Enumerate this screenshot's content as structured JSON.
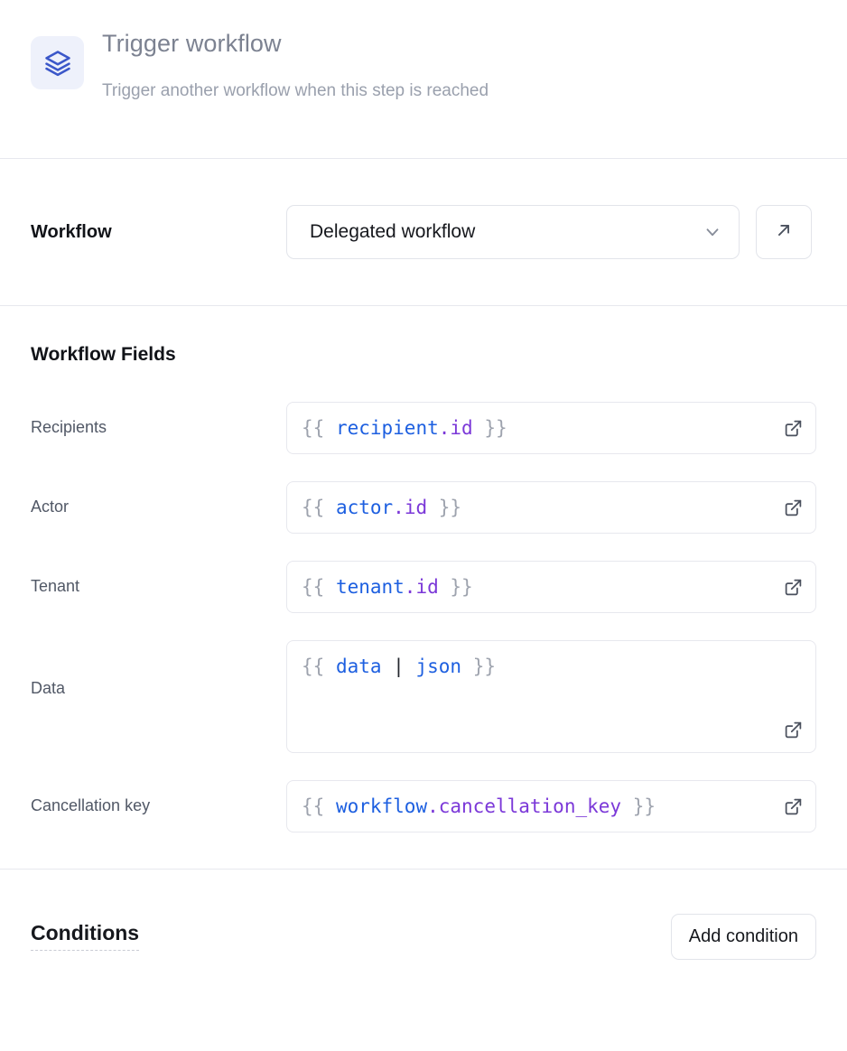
{
  "header": {
    "icon": "layers-stack-icon",
    "title": "Trigger workflow",
    "subtitle": "Trigger another workflow when this step is reached",
    "icon_color": "#3b57c9",
    "icon_bg": "#eef1fb"
  },
  "workflow_section": {
    "label": "Workflow",
    "select_value": "Delegated workflow",
    "select_icon": "chevron-down-icon",
    "open_button_icon": "arrow-up-right-icon"
  },
  "fields_section": {
    "title": "Workflow Fields",
    "expand_icon": "external-link-icon",
    "fields": [
      {
        "label": "Recipients",
        "value": "{{ recipient.id }}",
        "tokens": [
          {
            "t": "{{ ",
            "c": "brace"
          },
          {
            "t": "recipient",
            "c": "obj"
          },
          {
            "t": ".",
            "c": "prop"
          },
          {
            "t": "id",
            "c": "prop"
          },
          {
            "t": " }}",
            "c": "brace"
          }
        ],
        "multiline": false
      },
      {
        "label": "Actor",
        "value": "{{ actor.id }}",
        "tokens": [
          {
            "t": "{{ ",
            "c": "brace"
          },
          {
            "t": "actor",
            "c": "obj"
          },
          {
            "t": ".",
            "c": "prop"
          },
          {
            "t": "id",
            "c": "prop"
          },
          {
            "t": " }}",
            "c": "brace"
          }
        ],
        "multiline": false
      },
      {
        "label": "Tenant",
        "value": "{{ tenant.id }}",
        "tokens": [
          {
            "t": "{{ ",
            "c": "brace"
          },
          {
            "t": "tenant",
            "c": "obj"
          },
          {
            "t": ".",
            "c": "prop"
          },
          {
            "t": "id",
            "c": "prop"
          },
          {
            "t": " }}",
            "c": "brace"
          }
        ],
        "multiline": false
      },
      {
        "label": "Data",
        "value": "{{ data | json }}",
        "tokens": [
          {
            "t": "{{ ",
            "c": "brace"
          },
          {
            "t": "data",
            "c": "obj"
          },
          {
            "t": " ",
            "c": "brace"
          },
          {
            "t": "|",
            "c": "pipe"
          },
          {
            "t": " ",
            "c": "brace"
          },
          {
            "t": "json",
            "c": "obj"
          },
          {
            "t": " }}",
            "c": "brace"
          }
        ],
        "multiline": true
      },
      {
        "label": "Cancellation key",
        "value": "{{ workflow.cancellation_key }}",
        "tokens": [
          {
            "t": "{{ ",
            "c": "brace"
          },
          {
            "t": "workflow",
            "c": "obj"
          },
          {
            "t": ".",
            "c": "prop"
          },
          {
            "t": "cancellation_key",
            "c": "prop"
          },
          {
            "t": " }}",
            "c": "brace"
          }
        ],
        "multiline": false
      }
    ]
  },
  "conditions_section": {
    "title": "Conditions",
    "add_button_label": "Add condition"
  },
  "colors": {
    "accent": "#3b57c9",
    "code_object": "#1d5fe0",
    "code_property": "#7b38d8",
    "code_brace": "#9ea3ae",
    "border": "#e7e8ee",
    "text_primary": "#16181d",
    "text_muted": "#7c8291"
  }
}
